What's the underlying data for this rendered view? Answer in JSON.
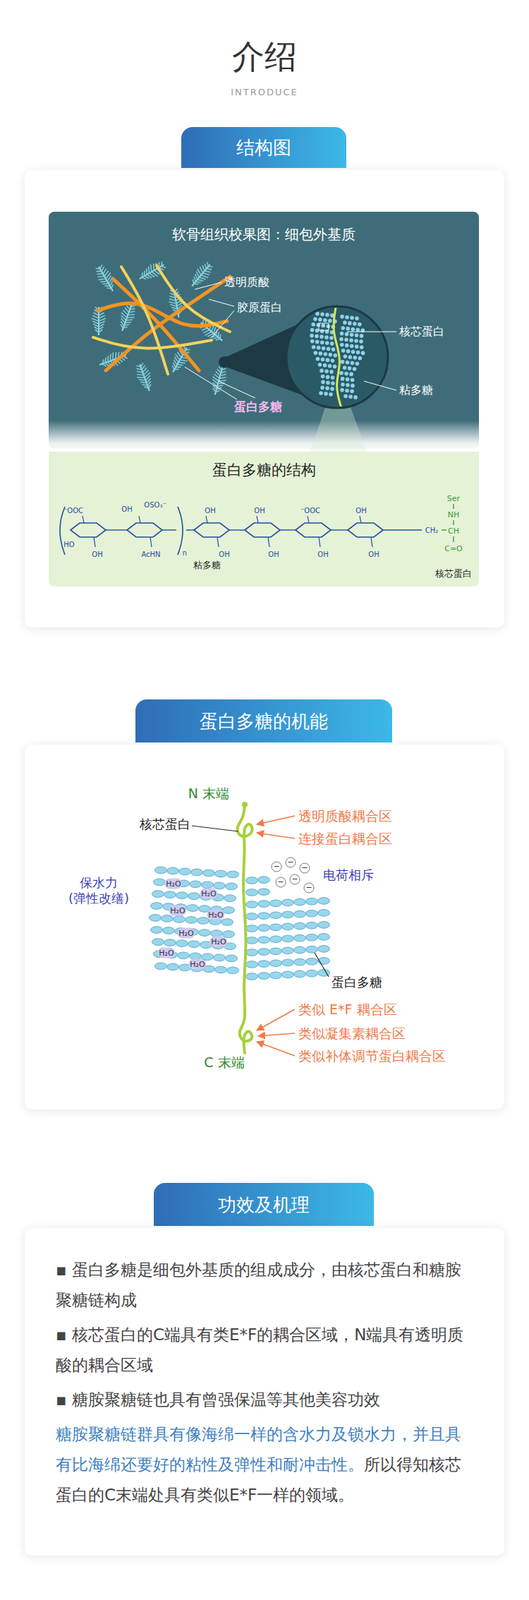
{
  "diagram": {
    "title": "介绍",
    "nodes": [
      {
        "text": [
          "结构图"
        ]
      },
      {
        "text": [
          "软骨组织校果图：细包外基质"
        ]
      },
      {
        "text": [
          "蛋白多糖的结构"
        ]
      },
      {
        "text": [
          "蛋白多糖的机能"
        ]
      },
      {
        "text": [
          "功效及机理"
        ]
      },
      {
        "text": [
          "▪ 蛋白多糖是细包外基质的组成成分，由核芯蛋白和糖胺聚糖链构成",
          "▪ 核芯蛋白的C端具有类E*F的耦合区域，N端具有透明质酸的耦合区域",
          "▪ 糖胺聚糖链也具有曾强保温等其他美容功效",
          "糖胺聚糖链群具有像海绵一样的含水力及锁水力，并且具有比海绵还要好的粘性及弹性和耐冲击性。",
          "所以得知核芯蛋白的C末端处具有类似E*F一样的领域。"
        ]
      }
    ],
    "labels": [
      "INTRODUCE",
      "透明质酸",
      "胶原蛋白",
      "蛋白多糖",
      "核芯蛋白",
      "粘多糖",
      "粘多糖",
      "核芯蛋白",
      "Ser",
      "NH",
      "CH",
      "C=O",
      "CH₂",
      "n",
      "⁻OOC",
      "HO",
      "OH",
      "OH",
      "OSO₃⁻",
      "AcHN",
      "OH",
      "OH",
      "OH",
      "OH",
      "⁻OOC",
      "OH",
      "OH",
      "OH",
      "N 末端",
      "核芯蛋白",
      "透明质酸耦合区",
      "连接蛋白耦合区",
      "电荷相斥",
      "保水力 (弹性改缮)",
      "蛋白多糖",
      "类似 E*F 耦合区",
      "类似凝集素耦合区",
      "类似补体调节蛋白耦合区",
      "C 末端",
      "H₂O",
      "H₂O",
      "H₂O",
      "H₂O",
      "H₂O",
      "H₂O",
      "H₂O",
      "H₂O",
      "−",
      "−",
      "−",
      "−",
      "−",
      "−"
    ]
  }
}
